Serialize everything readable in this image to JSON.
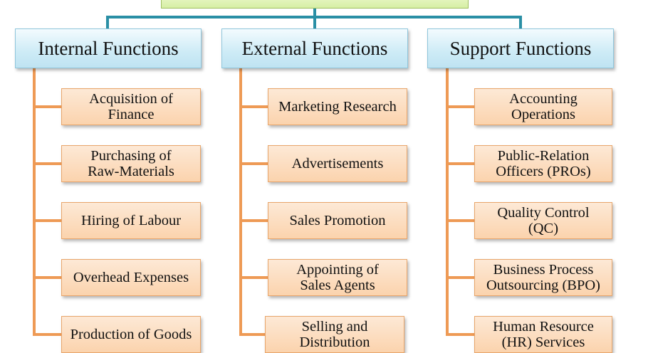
{
  "colors": {
    "tree_connector": "#2a8fa5",
    "branch_connector": "#ee9a55",
    "root_fill": "#d6efa4",
    "header_fill": "#cdebf6",
    "item_fill": "#fbd3ad"
  },
  "root": {
    "label": ""
  },
  "columns": [
    {
      "title": "Internal Functions",
      "items": [
        "Acquisition of\nFinance",
        "Purchasing of\nRaw-Materials",
        "Hiring of Labour",
        "Overhead Expenses",
        "Production of Goods"
      ]
    },
    {
      "title": "External Functions",
      "items": [
        "Marketing Research",
        "Advertisements",
        "Sales Promotion",
        "Appointing of\nSales Agents",
        "Selling and\nDistribution"
      ]
    },
    {
      "title": "Support Functions",
      "items": [
        "Accounting\nOperations",
        "Public-Relation\nOfficers  (PROs)",
        "Quality Control\n(QC)",
        "Business Process\nOutsourcing  (BPO)",
        "Human Resource\n(HR) Services"
      ]
    }
  ]
}
